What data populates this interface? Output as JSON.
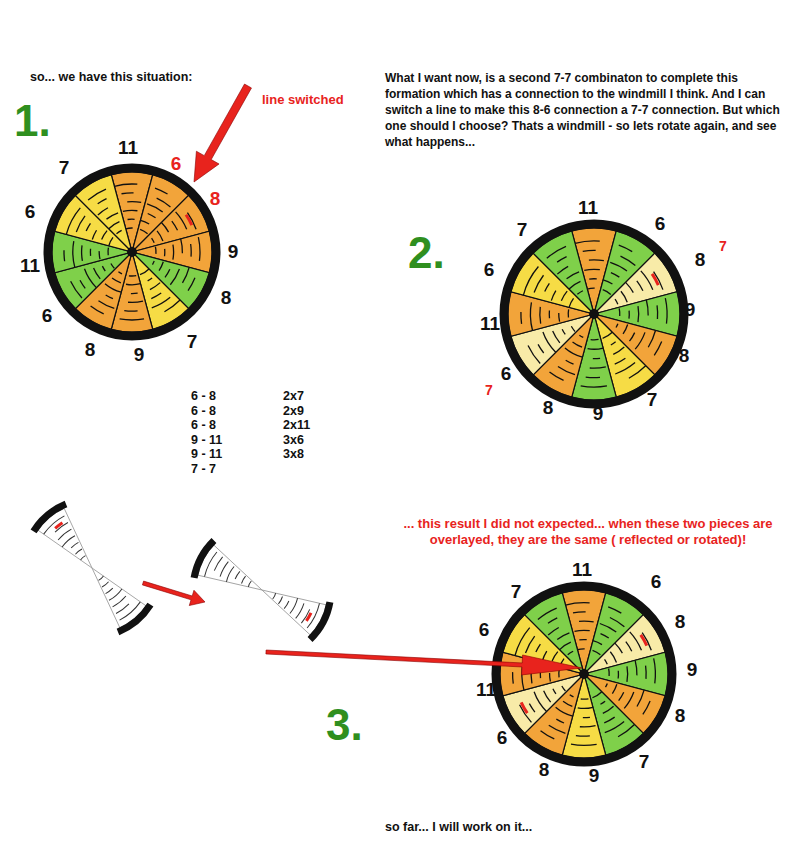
{
  "diagram": {
    "labels": [
      "so... we have this situation:",
      "1.",
      "line switched",
      "What I want now, is a second 7-7 combinaton to complete this formation which has a connection to the windmill I think. And I can switch a line to make this 8-6 connection a 7-7 connection. But which one should I choose? Thats a windmill - so lets rotate again, and see what happens...",
      "11",
      "6",
      "8",
      "9",
      "8",
      "7",
      "9",
      "8",
      "6",
      "11",
      "6",
      "7",
      "2.",
      "11",
      "6",
      "8",
      "7",
      "9",
      "8",
      "7",
      "9",
      "8",
      "6",
      "7",
      "11",
      "6",
      "7",
      "6 - 8",
      "6 - 8",
      "6 - 8",
      "9 - 11",
      "9 - 11",
      "7 - 7",
      "2x7",
      "2x9",
      "2x11",
      "3x6",
      "3x8",
      "... this result I did not expected... when these two pieces are overlayed, they are the same ( reflected or rotated)!",
      "11",
      "6",
      "8",
      "9",
      "8",
      "7",
      "9",
      "8",
      "6",
      "11",
      "6",
      "7",
      "3.",
      "so far... I will work on it..."
    ]
  }
}
